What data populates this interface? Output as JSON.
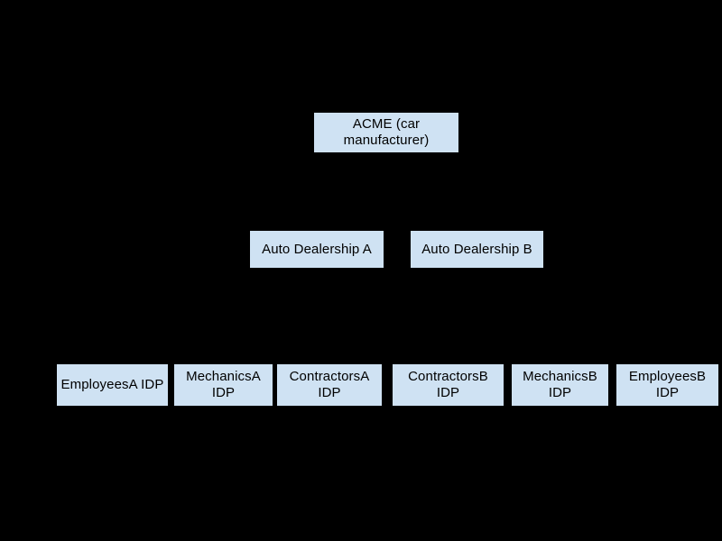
{
  "diagram": {
    "type": "organization-hierarchy",
    "background_color": "#000000",
    "node_fill_color": "#cfe2f3",
    "node_text_color": "#000000",
    "root": {
      "label": "ACME (car manufacturer)",
      "line1": "ACME (car",
      "line2": "manufacturer)"
    },
    "tier2": [
      {
        "label": "Auto Dealership A"
      },
      {
        "label": "Auto Dealership B"
      }
    ],
    "tier3": [
      {
        "label": "EmployeesA IDP",
        "line1": "EmployeesA",
        "line2": "IDP"
      },
      {
        "label": "MechanicsA IDP",
        "line1": "MechanicsA",
        "line2": "IDP"
      },
      {
        "label": "ContractorsA IDP",
        "line1": "ContractorsA",
        "line2": "IDP"
      },
      {
        "label": "ContractorsB IDP",
        "line1": "ContractorsB",
        "line2": "IDP"
      },
      {
        "label": "MechanicsB IDP",
        "line1": "MechanicsB",
        "line2": "IDP"
      },
      {
        "label": "EmployeesB IDP",
        "line1": "EmployeesB",
        "line2": "IDP"
      }
    ]
  }
}
